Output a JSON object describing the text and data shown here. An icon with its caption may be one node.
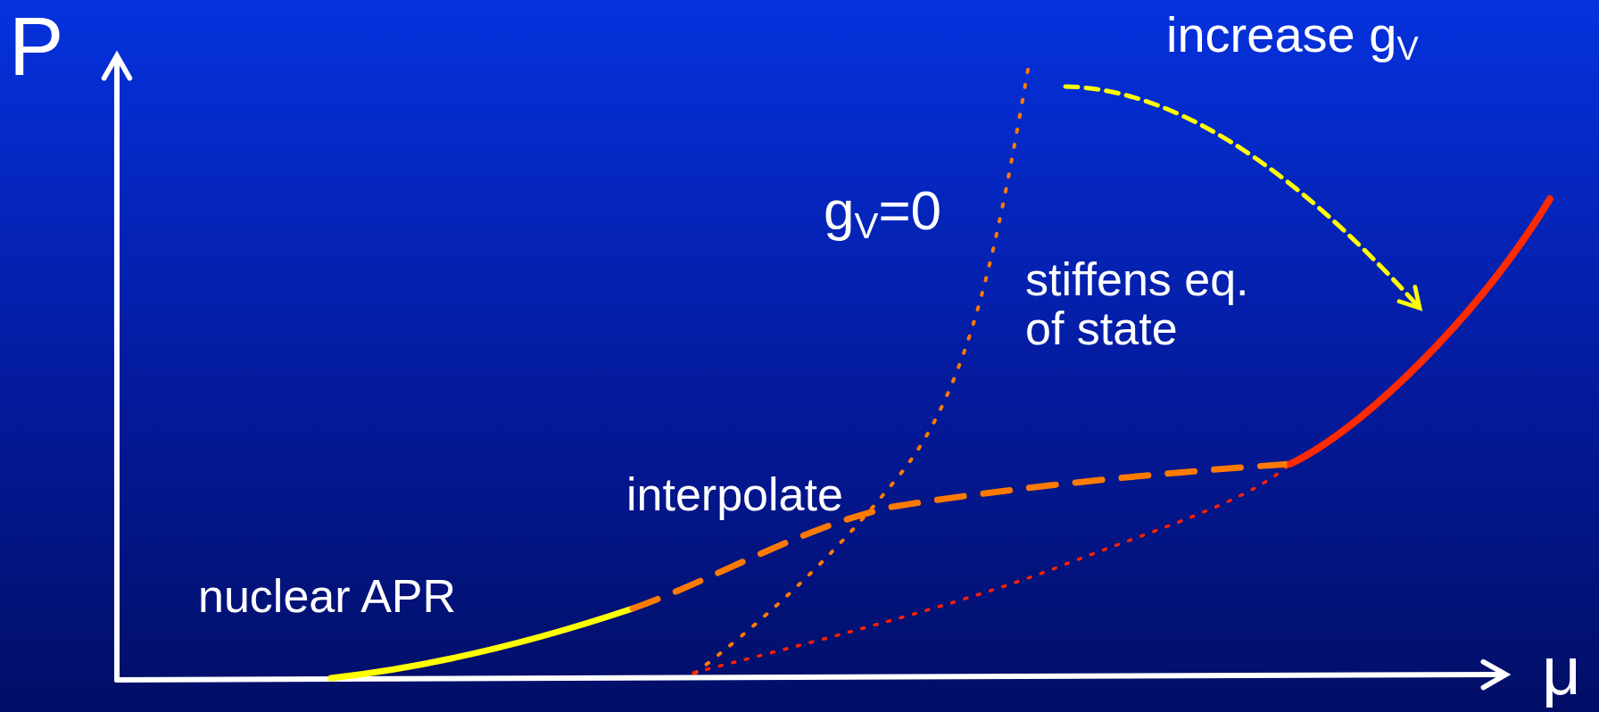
{
  "diagram": {
    "labels": [
      "P",
      "increase g$_{V}$",
      "g$_{V}$=0",
      "stiffens eq. of state",
      "interpolate",
      "nuclear APR",
      "μ"
    ]
  }
}
